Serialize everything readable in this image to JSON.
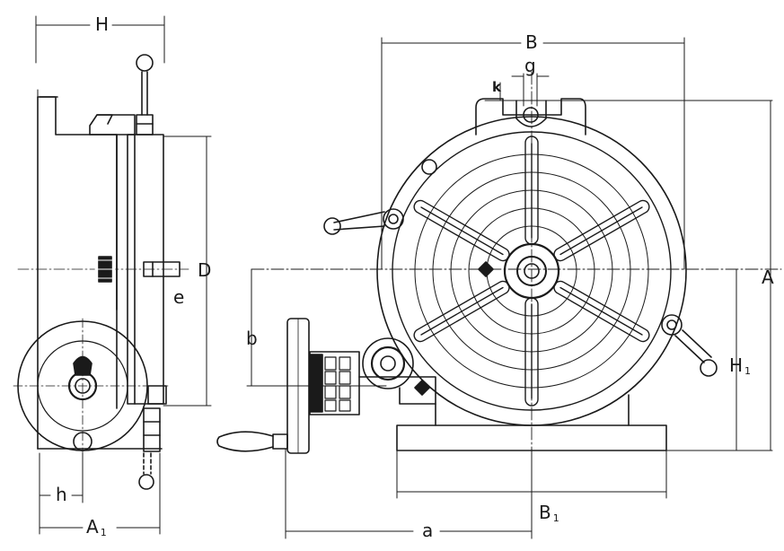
{
  "labels": {
    "H": "H",
    "D": "D",
    "e": "e",
    "h": "h",
    "A1_main": "A",
    "A1_sub": "1",
    "B": "B",
    "g": "g",
    "k": "k",
    "A": "A",
    "H1_main": "H",
    "H1_sub": "1",
    "b": "b",
    "a": "a",
    "B1_main": "B",
    "B1_sub": "1"
  },
  "colors": {
    "ink": "#1a1a1a",
    "paper": "#ffffff"
  }
}
